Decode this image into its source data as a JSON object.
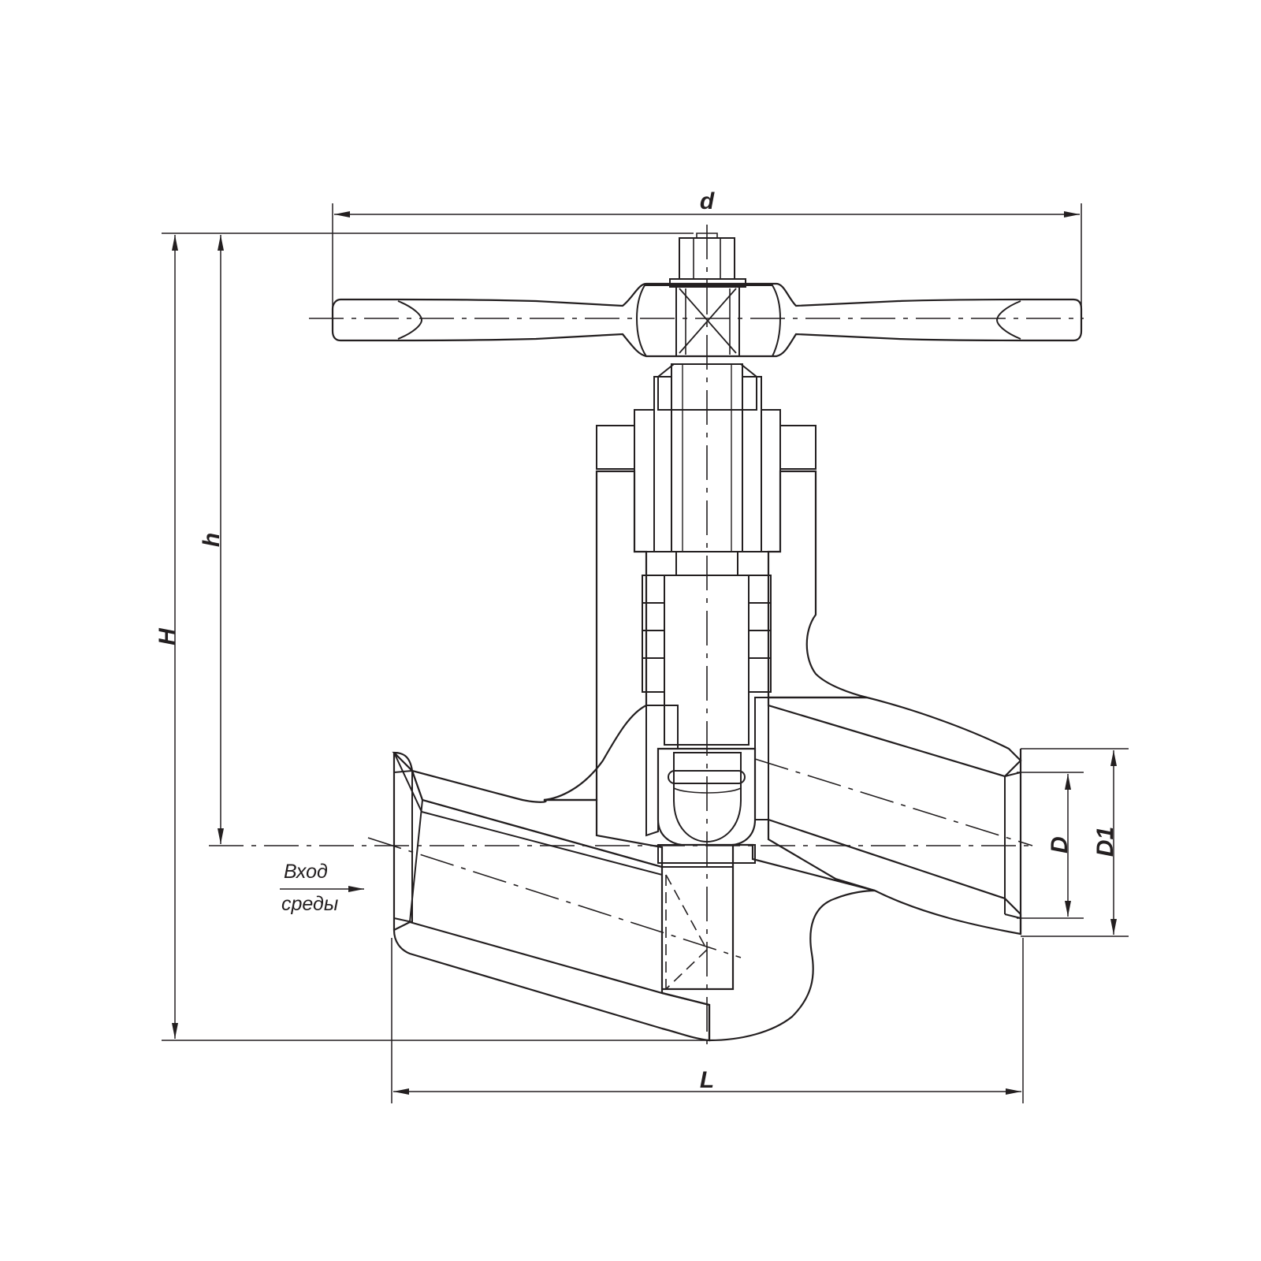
{
  "drawing": {
    "title": "",
    "line_color": "#231f20",
    "background": "#ffffff"
  },
  "dimensions": {
    "handwheel_diameter": "d",
    "overall_height": "H",
    "axis_height": "h",
    "length": "L",
    "inner_diameter": "D",
    "outer_diameter": "D1"
  },
  "flow_note": {
    "line1": "Вход",
    "line2": "среды"
  }
}
